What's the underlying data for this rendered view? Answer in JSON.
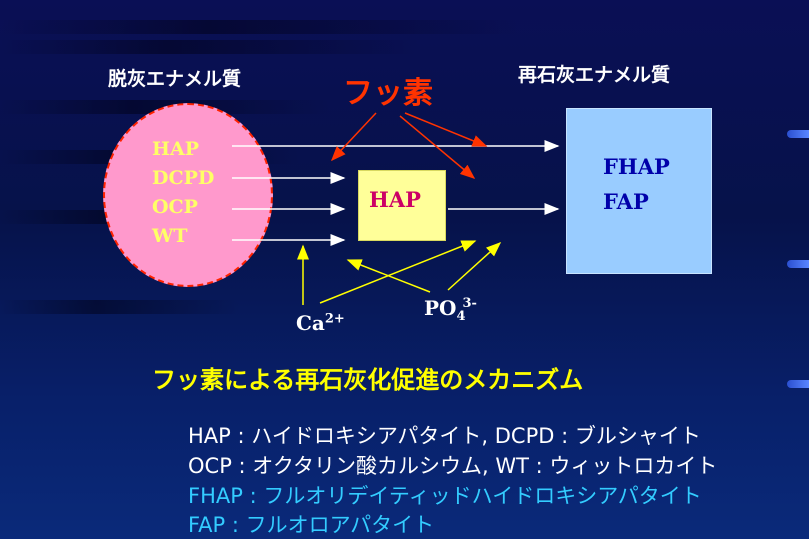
{
  "demineralized_label": "脱灰エナメル質",
  "remineralized_label": "再石灰エナメル質",
  "fluoride_label": "フッ素",
  "minerals": [
    "HAP",
    "DCPD",
    "OCP",
    "WT"
  ],
  "center_box_label": "HAP",
  "product_box": [
    "FHAP",
    "FAP"
  ],
  "calcium": {
    "base": "Ca",
    "sup": "2+"
  },
  "phosphate": {
    "base": "PO",
    "sub": "4",
    "sup": "3-"
  },
  "mechanism_title": "フッ素による再石灰化促進のメカニズム",
  "legend": [
    "HAP : ハイドロキシアパタイト, DCPD : ブルシャイト",
    "OCP : オクタリン酸カルシウム, WT : ウィットロカイト",
    "FHAP : フルオリデイティッドハイドロキシアパタイト",
    "FAP : フルオロアパタイト"
  ],
  "colors": {
    "fluoride": "#ff3300",
    "ellipse": "#ff99cc",
    "ellipse_text": "#ffff66",
    "center_box": "#ffff99",
    "center_text": "#cc0066",
    "product_box": "#99ccff",
    "product_text": "#0000aa",
    "ion_arrows": "#ffff00",
    "title": "#ffff00",
    "legend_highlight": "#33ccff"
  }
}
